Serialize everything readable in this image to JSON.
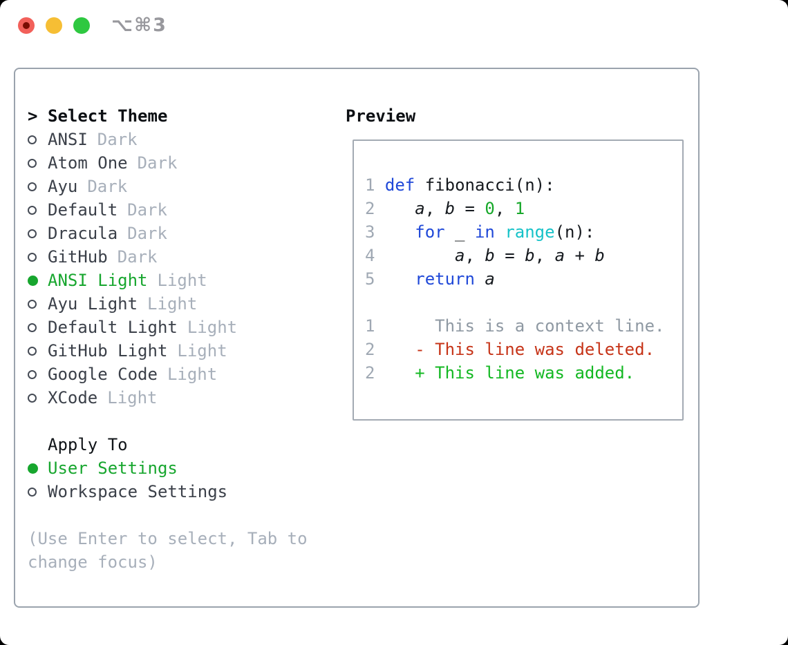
{
  "titlebar": {
    "shortcut": "⌥⌘3"
  },
  "colors": {
    "foreground": "#15191e",
    "name_dark": "#3b4049",
    "muted_gray": "#a7afba",
    "accent_green": "#17a62e",
    "keyword_blue": "#1f48d8",
    "literal_green": "#17a82a",
    "function_cyan": "#16c2c8",
    "line_number_gray": "#9fa8b3",
    "context_gray": "#8f99a3",
    "deleted_red": "#c63418",
    "added_green": "#13b822",
    "panel_border": "#9aa3ad",
    "preview_border": "#a3aab3",
    "traffic_red": "#f2605a",
    "traffic_red_dot": "#7a0c02",
    "traffic_yellow": "#f6be34",
    "traffic_green": "#2ec840"
  },
  "left": {
    "header_marker": ">",
    "header": "Select Theme",
    "themes": [
      {
        "name": "ANSI",
        "tag": "Dark",
        "selected": false
      },
      {
        "name": "Atom One",
        "tag": "Dark",
        "selected": false
      },
      {
        "name": "Ayu",
        "tag": "Dark",
        "selected": false
      },
      {
        "name": "Default",
        "tag": "Dark",
        "selected": false
      },
      {
        "name": "Dracula",
        "tag": "Dark",
        "selected": false
      },
      {
        "name": "GitHub",
        "tag": "Dark",
        "selected": false
      },
      {
        "name": "ANSI Light",
        "tag": "Light",
        "selected": true
      },
      {
        "name": "Ayu Light",
        "tag": "Light",
        "selected": false
      },
      {
        "name": "Default Light",
        "tag": "Light",
        "selected": false
      },
      {
        "name": "GitHub Light",
        "tag": "Light",
        "selected": false
      },
      {
        "name": "Google Code",
        "tag": "Light",
        "selected": false
      },
      {
        "name": "XCode",
        "tag": "Light",
        "selected": false
      }
    ],
    "apply_header": "Apply To",
    "apply_options": [
      {
        "name": "User Settings",
        "selected": true
      },
      {
        "name": "Workspace Settings",
        "selected": false
      }
    ],
    "help_lines": [
      "(Use Enter to select, Tab to",
      "change focus)"
    ]
  },
  "preview": {
    "title": "Preview",
    "code_lines": [
      [
        [
          "num",
          "1 "
        ],
        [
          "kw",
          "def"
        ],
        [
          "fg",
          " fibonacci(n):"
        ]
      ],
      [
        [
          "num",
          "2"
        ],
        [
          "fg",
          "    "
        ],
        [
          "var",
          "a"
        ],
        [
          "fg",
          ", "
        ],
        [
          "var",
          "b"
        ],
        [
          "fg",
          " = "
        ],
        [
          "lit",
          "0"
        ],
        [
          "fg",
          ", "
        ],
        [
          "lit",
          "1"
        ]
      ],
      [
        [
          "num",
          "3"
        ],
        [
          "fg",
          "    "
        ],
        [
          "kw",
          "for"
        ],
        [
          "fg",
          " _ "
        ],
        [
          "kw",
          "in"
        ],
        [
          "fg",
          " "
        ],
        [
          "fn",
          "range"
        ],
        [
          "fg",
          "(n):"
        ]
      ],
      [
        [
          "num",
          "4"
        ],
        [
          "fg",
          "        "
        ],
        [
          "var",
          "a"
        ],
        [
          "fg",
          ", "
        ],
        [
          "var",
          "b"
        ],
        [
          "fg",
          " = "
        ],
        [
          "var",
          "b"
        ],
        [
          "fg",
          ", "
        ],
        [
          "var",
          "a"
        ],
        [
          "fg",
          " + "
        ],
        [
          "var",
          "b"
        ]
      ],
      [
        [
          "num",
          "5"
        ],
        [
          "fg",
          "    "
        ],
        [
          "kw",
          "return"
        ],
        [
          "fg",
          " "
        ],
        [
          "var",
          "a"
        ]
      ]
    ],
    "diff_lines": [
      [
        [
          "num",
          "1"
        ],
        [
          "ctx",
          "      This is a context line."
        ]
      ],
      [
        [
          "num",
          "2"
        ],
        [
          "fg",
          "    "
        ],
        [
          "del",
          "- This line was deleted."
        ]
      ],
      [
        [
          "num",
          "2"
        ],
        [
          "fg",
          "    "
        ],
        [
          "add",
          "+ This line was added."
        ]
      ]
    ]
  }
}
